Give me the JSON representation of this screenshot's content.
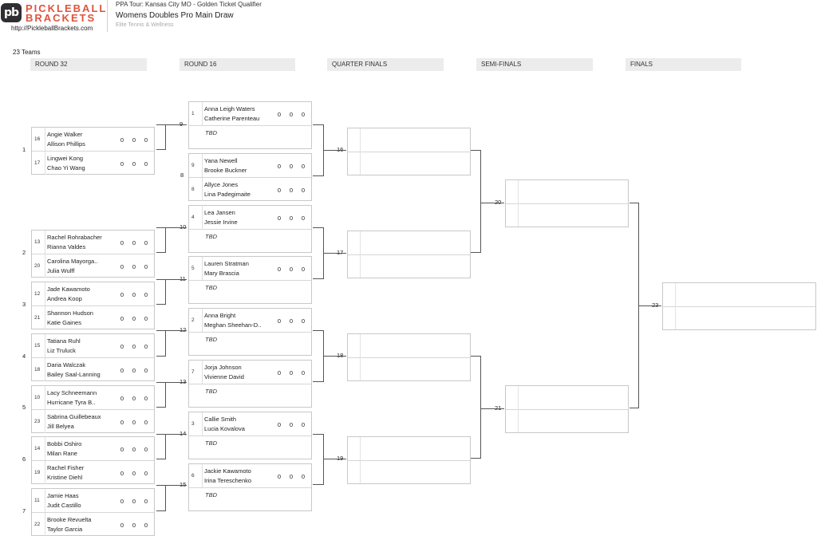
{
  "header": {
    "logo_text": "pb",
    "brand_line1": "PICKLEBALL",
    "brand_line2": "BRACKETS",
    "site_url": "http://PickleballBrackets.com",
    "tournament": "PPA Tour: Kansas City MO - Golden Ticket Qualifier",
    "event": "Womens Doubles Pro Main Draw",
    "venue": "Elite Tennis & Wellness"
  },
  "team_count": "23 Teams",
  "rounds": [
    "ROUND 32",
    "ROUND 16",
    "QUARTER FINALS",
    "SEMI-FINALS",
    "FINALS"
  ],
  "round32": [
    {
      "match": "1",
      "teams": [
        {
          "seed": "16",
          "p1": "Angie Walker",
          "p2": "Allison Phillips",
          "scores": [
            "0",
            "0",
            "0"
          ]
        },
        {
          "seed": "17",
          "p1": "Lingwei Kong",
          "p2": "Chao Yi Wang",
          "scores": [
            "0",
            "0",
            "0"
          ]
        }
      ]
    },
    {
      "match": "2",
      "teams": [
        {
          "seed": "13",
          "p1": "Rachel Rohrabacher",
          "p2": "Rianna Valdes",
          "scores": [
            "0",
            "0",
            "0"
          ]
        },
        {
          "seed": "20",
          "p1": "Carolina Mayorga..",
          "p2": "Julia Wulff",
          "scores": [
            "0",
            "0",
            "0"
          ]
        }
      ]
    },
    {
      "match": "3",
      "teams": [
        {
          "seed": "12",
          "p1": "Jade Kawamoto",
          "p2": "Andrea Koop",
          "scores": [
            "0",
            "0",
            "0"
          ]
        },
        {
          "seed": "21",
          "p1": "Shannon Hudson",
          "p2": "Katie Gaines",
          "scores": [
            "0",
            "0",
            "0"
          ]
        }
      ]
    },
    {
      "match": "4",
      "teams": [
        {
          "seed": "15",
          "p1": "Tatiana Ruhl",
          "p2": "Liz Truluck",
          "scores": [
            "0",
            "0",
            "0"
          ]
        },
        {
          "seed": "18",
          "p1": "Daria Walczak",
          "p2": "Bailey Saal-Lanning",
          "scores": [
            "0",
            "0",
            "0"
          ]
        }
      ]
    },
    {
      "match": "5",
      "teams": [
        {
          "seed": "10",
          "p1": "Lacy Schneemann",
          "p2": "Hurricane Tyra B..",
          "scores": [
            "0",
            "0",
            "0"
          ]
        },
        {
          "seed": "23",
          "p1": "Sabrina Guillebeaux",
          "p2": "Jill Belyea",
          "scores": [
            "0",
            "0",
            "0"
          ]
        }
      ]
    },
    {
      "match": "6",
      "teams": [
        {
          "seed": "14",
          "p1": "Bobbi Oshiro",
          "p2": "Milan Rane",
          "scores": [
            "0",
            "0",
            "0"
          ]
        },
        {
          "seed": "19",
          "p1": "Rachel Fisher",
          "p2": "Kristine Diehl",
          "scores": [
            "0",
            "0",
            "0"
          ]
        }
      ]
    },
    {
      "match": "7",
      "teams": [
        {
          "seed": "11",
          "p1": "Jamie Haas",
          "p2": "Judit Castillo",
          "scores": [
            "0",
            "0",
            "0"
          ]
        },
        {
          "seed": "22",
          "p1": "Brooke Revuelta",
          "p2": "Taylor Garcia",
          "scores": [
            "0",
            "0",
            "0"
          ]
        }
      ]
    }
  ],
  "round16": [
    {
      "match": "9",
      "teams": [
        {
          "seed": "1",
          "p1": "Anna Leigh Waters",
          "p2": "Catherine Parenteau",
          "scores": [
            "0",
            "0",
            "0"
          ]
        },
        {
          "tbd": "TBD"
        }
      ]
    },
    {
      "match": "8",
      "teams": [
        {
          "seed": "9",
          "p1": "Yana Newell",
          "p2": "Brooke Buckner",
          "scores": [
            "0",
            "0",
            "0"
          ]
        },
        {
          "seed": "8",
          "p1": "Allyce Jones",
          "p2": "Lina Padegimaite",
          "scores": [
            "0",
            "0",
            "0"
          ]
        }
      ]
    },
    {
      "match": "10",
      "teams": [
        {
          "seed": "4",
          "p1": "Lea Jansen",
          "p2": "Jessie Irvine",
          "scores": [
            "0",
            "0",
            "0"
          ]
        },
        {
          "tbd": "TBD"
        }
      ]
    },
    {
      "match": "11",
      "teams": [
        {
          "seed": "5",
          "p1": "Lauren Stratman",
          "p2": "Mary Brascia",
          "scores": [
            "0",
            "0",
            "0"
          ]
        },
        {
          "tbd": "TBD"
        }
      ]
    },
    {
      "match": "12",
      "teams": [
        {
          "seed": "2",
          "p1": "Anna Bright",
          "p2": "Meghan Sheehan-D..",
          "scores": [
            "0",
            "0",
            "0"
          ]
        },
        {
          "tbd": "TBD"
        }
      ]
    },
    {
      "match": "13",
      "teams": [
        {
          "seed": "7",
          "p1": "Jorja Johnson",
          "p2": "Vivienne David",
          "scores": [
            "0",
            "0",
            "0"
          ]
        },
        {
          "tbd": "TBD"
        }
      ]
    },
    {
      "match": "14",
      "teams": [
        {
          "seed": "3",
          "p1": "Callie Smith",
          "p2": "Lucia Kovalova",
          "scores": [
            "0",
            "0",
            "0"
          ]
        },
        {
          "tbd": "TBD"
        }
      ]
    },
    {
      "match": "15",
      "teams": [
        {
          "seed": "6",
          "p1": "Jackie Kawamoto",
          "p2": "Irina Tereschenko",
          "scores": [
            "0",
            "0",
            "0"
          ]
        },
        {
          "tbd": "TBD"
        }
      ]
    }
  ],
  "quarterfinals": [
    "16",
    "17",
    "18",
    "19"
  ],
  "semifinals": [
    "20",
    "21"
  ],
  "final": "23"
}
